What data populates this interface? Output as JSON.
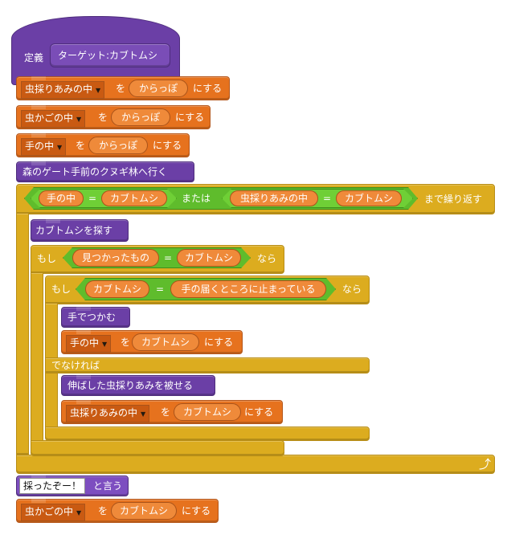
{
  "define_block": {
    "keyword": "定義",
    "param": "ターゲット:カブトムシ"
  },
  "set_blocks": [
    {
      "variable": "虫採りあみの中",
      "connector": "を",
      "value": "からっぽ",
      "suffix": "にする"
    },
    {
      "variable": "虫かごの中",
      "connector": "を",
      "value": "からっぽ",
      "suffix": "にする"
    },
    {
      "variable": "手の中",
      "connector": "を",
      "value": "からっぽ",
      "suffix": "にする"
    }
  ],
  "go_block": "森のゲート手前のクヌギ林へ行く",
  "repeat_until": {
    "left_a": "手の中",
    "eq_a": "=",
    "right_a": "カブトムシ",
    "or_label": "または",
    "left_b": "虫採りあみの中",
    "eq_b": "=",
    "right_b": "カブトムシ",
    "suffix": "まで繰り返す"
  },
  "find_block": "カブトムシを探す",
  "if_outer": {
    "moshi": "もし",
    "left": "見つかったもの",
    "eq": "=",
    "right": "カブトムシ",
    "nara": "なら"
  },
  "if_inner": {
    "moshi": "もし",
    "left": "カブトムシ",
    "eq": "=",
    "right": "手の届くところに止まっている",
    "nara": "なら"
  },
  "grab_block": "手でつかむ",
  "set_hand": {
    "variable": "手の中",
    "connector": "を",
    "value": "カブトムシ",
    "suffix": "にする"
  },
  "else_label": "でなければ",
  "net_block": "伸ばした虫採りあみを被せる",
  "set_net": {
    "variable": "虫採りあみの中",
    "connector": "を",
    "value": "カブトムシ",
    "suffix": "にする"
  },
  "say_block": {
    "text": "採ったぞー！",
    "suffix": "と言う"
  },
  "set_cage": {
    "variable": "虫かごの中",
    "connector": "を",
    "value": "カブトムシ",
    "suffix": "にする"
  },
  "colors": {
    "orange": "#e6721e",
    "purple": "#6b3fa6",
    "control": "#dcac1f",
    "operator": "#5fbc2c",
    "pill": "#ef8a3a"
  }
}
